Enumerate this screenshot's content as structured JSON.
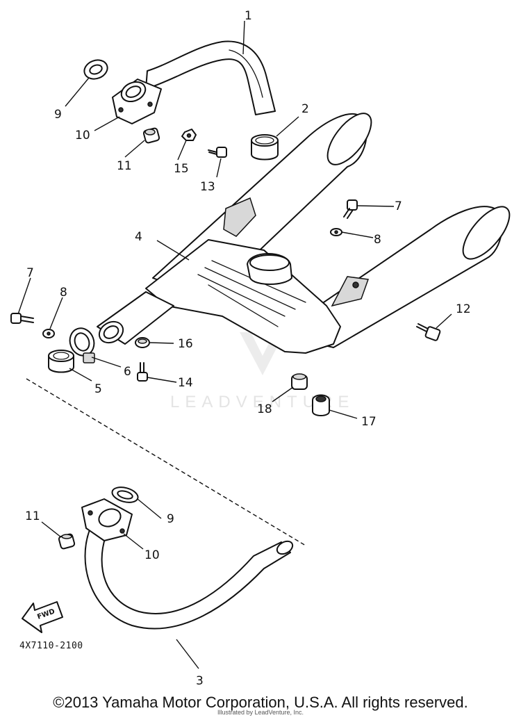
{
  "callouts": {
    "c1": "1",
    "c2": "2",
    "c3": "3",
    "c4": "4",
    "c5": "5",
    "c6": "6",
    "c7a": "7",
    "c7b": "7",
    "c8a": "8",
    "c8b": "8",
    "c9a": "9",
    "c9b": "9",
    "c10a": "10",
    "c10b": "10",
    "c11a": "11",
    "c11b": "11",
    "c12": "12",
    "c13": "13",
    "c14": "14",
    "c15": "15",
    "c16": "16",
    "c17": "17",
    "c18": "18"
  },
  "fwd_label": "FWD",
  "diagram_code": "4X7110-2100",
  "watermark": "LEADVENTURE",
  "copyright": "©2013 Yamaha Motor Corporation, U.S.A. All rights reserved.",
  "small_credit": "Illustrated by LeadVenture, Inc."
}
